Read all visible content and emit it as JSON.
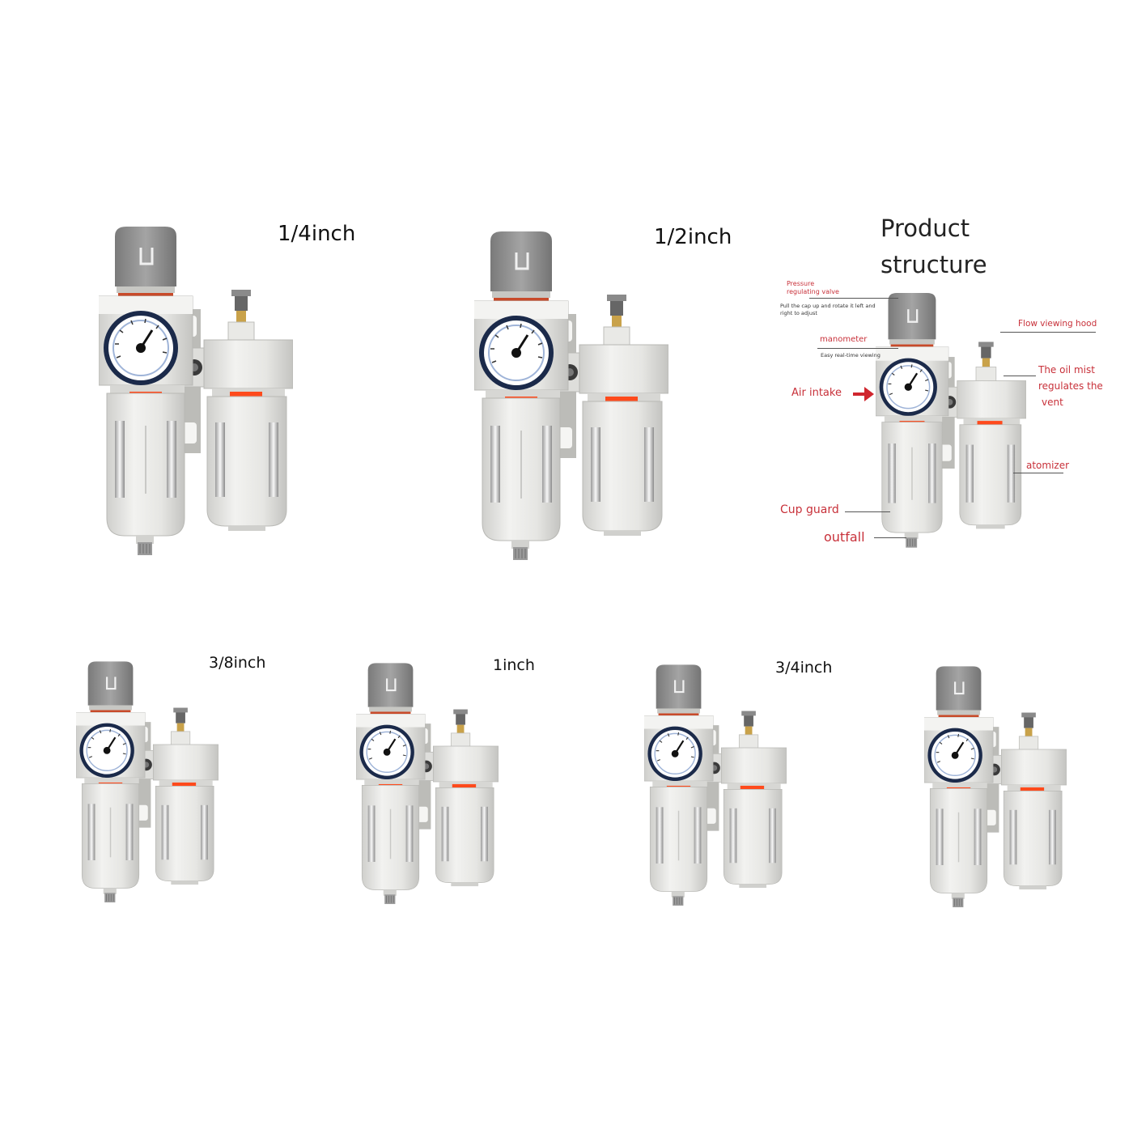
{
  "size_labels": {
    "quarter": "1/4inch",
    "half": "1/2inch",
    "three_eighths": "3/8inch",
    "one": "1inch",
    "three_quarters": "3/4inch"
  },
  "structure": {
    "title_line1": "Product",
    "title_line2": "structure",
    "callouts": {
      "pressure_valve": "Pressure regulating valve",
      "pressure_valve_note": "Pull the cap up and rotate it left and right to adjust",
      "manometer": "manometer",
      "manometer_note": "Easy real-time viewing",
      "air_intake": "Air intake",
      "flow_hood": "Flow viewing hood",
      "oil_mist_line1": "The oil mist",
      "oil_mist_line2": "regulates the",
      "oil_mist_line3": "vent",
      "atomizer": "atomizer",
      "cup_guard": "Cup guard",
      "outfall": "outfall"
    }
  },
  "colors": {
    "callout_red": "#c8313a",
    "body_grey": "#e4e4e2",
    "knob_grey": "#8e8e8e",
    "tab_orange": "#ff4a1c",
    "gauge_navy": "#1b2a4a"
  },
  "icons": {
    "regulator_knob": "knob-icon",
    "pressure_gauge": "gauge-icon",
    "drain_tab": "drain-tab-icon",
    "intake_arrow": "arrow-right-icon"
  }
}
